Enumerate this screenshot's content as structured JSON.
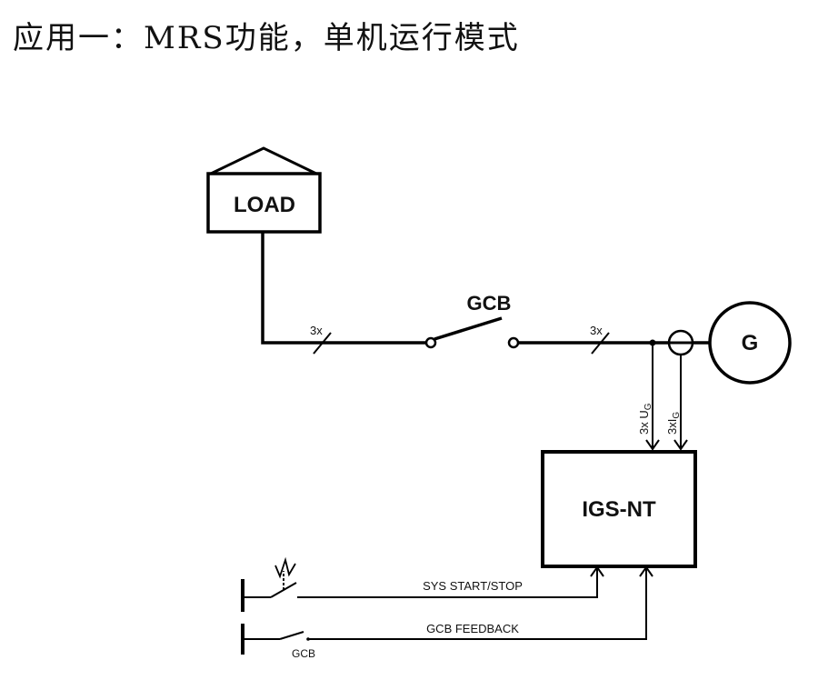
{
  "page": {
    "title": "应用一：MRS功能，单机运行模式"
  },
  "diagram": {
    "load_label": "LOAD",
    "gcb_breaker_label": "GCB",
    "generator_label": "G",
    "controller_label": "IGS-NT",
    "conductor_count_left": "3x",
    "conductor_count_right": "3x",
    "voltage_sense_prefix": "3x U",
    "voltage_sense_sub": "G",
    "current_sense_prefix": "3xI",
    "current_sense_sub": "G",
    "sys_start_stop_label": "SYS START/STOP",
    "gcb_feedback_label": "GCB FEEDBACK",
    "gcb_contact_label": "GCB"
  }
}
